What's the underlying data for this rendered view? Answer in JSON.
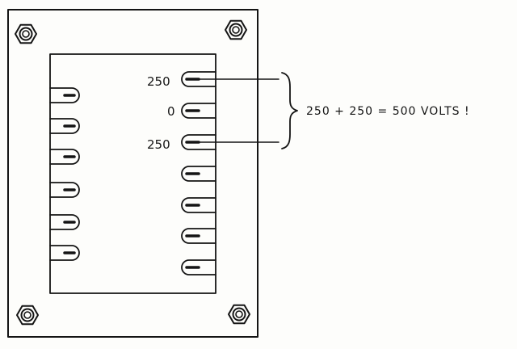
{
  "diagram": {
    "left_lug_count": 6,
    "right_lug_count": 7,
    "mounting_nut_count": 4,
    "tap_labels": [
      "250",
      "0",
      "250"
    ],
    "annotation": "250 + 250 = 500 VOLTS !"
  }
}
